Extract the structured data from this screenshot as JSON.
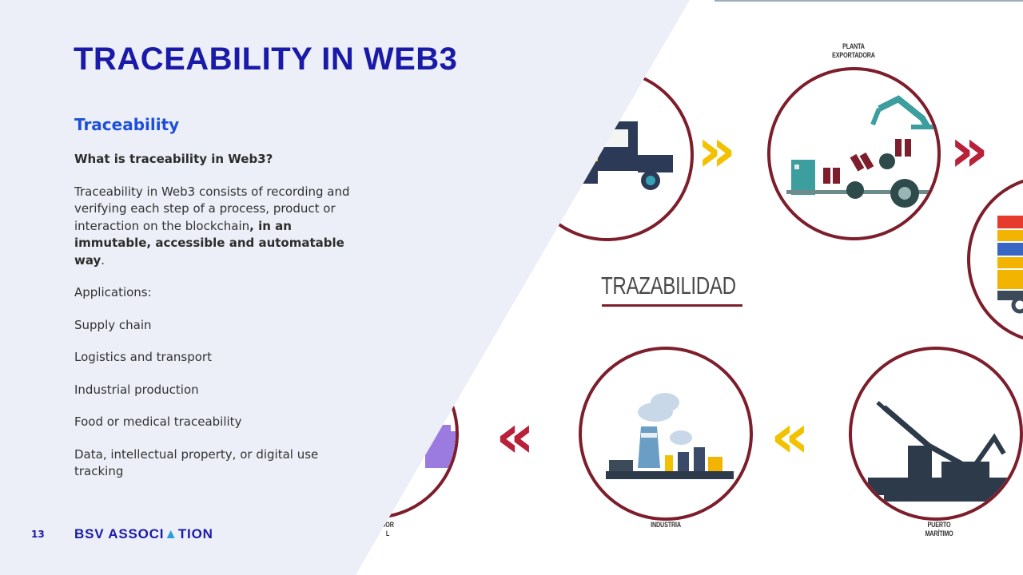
{
  "slide": {
    "title": "TRACEABILITY IN WEB3",
    "subtitle": "Traceability",
    "question": "What is traceability in Web3?",
    "paragraph_plain": "Traceability in Web3 consists of recording and verifying each step of a process, product or interaction on the blockchain",
    "paragraph_bold": ", in an immutable, accessible and automatable way",
    "paragraph_end": ".",
    "applications_label": "Applications:",
    "applications": [
      "Supply chain",
      "Logistics and transport",
      "Industrial production",
      "Food or medical traceability",
      "Data, intellectual property, or digital use tracking"
    ],
    "page_number": "13",
    "logo_prefix": "BSV ASSOCI",
    "logo_mark": "▲",
    "logo_suffix": "TION"
  },
  "diagram": {
    "center_label": "TRAZABILIDAD",
    "node_labels": {
      "plant_line1": "PLANTA",
      "plant_line2": "EXPORTADORA",
      "industry": "INDUSTRIA",
      "port_line1": "PUERTO",
      "port_line2": "MARÍTIMO",
      "partial_left_1": "DOR",
      "partial_left_2": "L"
    },
    "arrows": {
      "top_left": "»",
      "top_right": "»",
      "bottom_left": "«",
      "bottom_right": "«"
    },
    "colors": {
      "ring": "#7d1e2c",
      "arrow_yellow": "#f2c200",
      "arrow_red": "#b8213a",
      "title_blue": "#1a1aa8",
      "subtitle_blue": "#1d4fd8",
      "panel_bg": "#eceff7"
    }
  }
}
